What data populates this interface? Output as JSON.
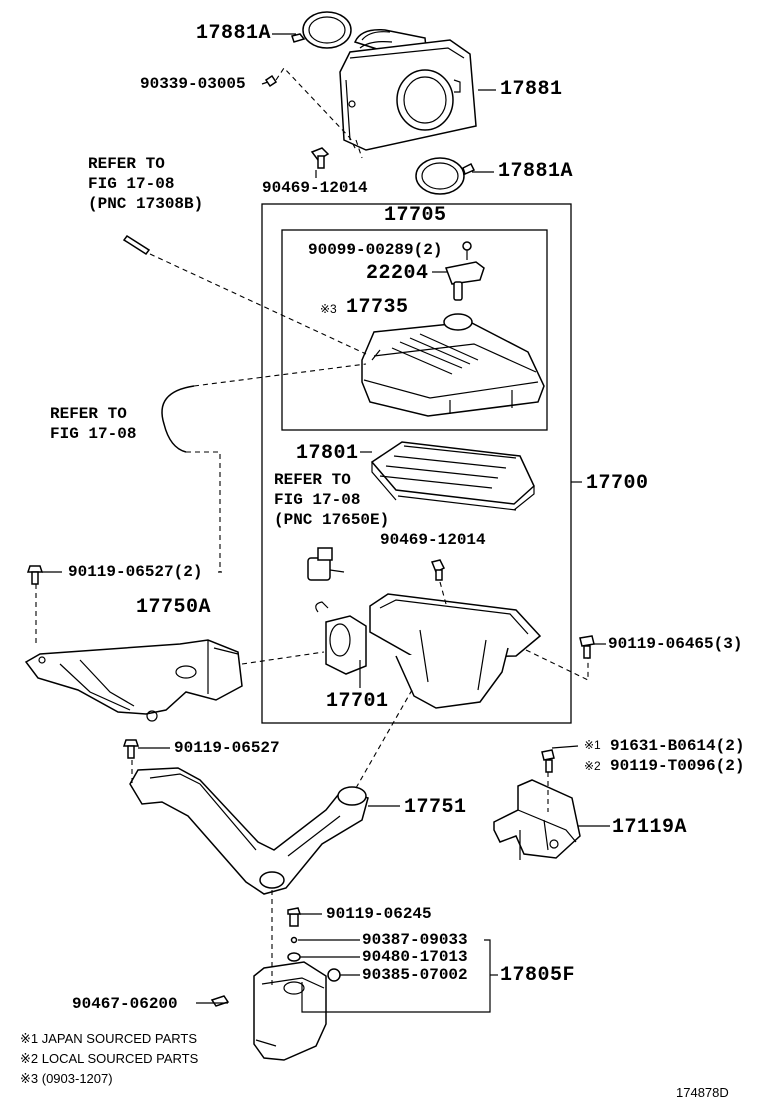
{
  "labels": {
    "p17881A_top": "17881A",
    "p90339": "90339-03005",
    "p17881": "17881",
    "p90469_top": "90469-12014",
    "p17881A_bottom": "17881A",
    "refer1_l1": "REFER TO",
    "refer1_l2": "FIG 17-08",
    "refer1_l3": "(PNC 17308B)",
    "p17705": "17705",
    "p90099": "90099-00289(2)",
    "p22204": "22204",
    "mark3": "※3",
    "p17735": "17735",
    "refer2_l1": "REFER TO",
    "refer2_l2": "FIG 17-08",
    "p17801": "17801",
    "p17700": "17700",
    "refer3_l1": "REFER TO",
    "refer3_l2": "FIG 17-08",
    "refer3_l3": "(PNC 17650E)",
    "p90469_mid": "90469-12014",
    "p90119_06527_2": "90119-06527(2)",
    "p17750A": "17750A",
    "p90119_06465": "90119-06465(3)",
    "p17701": "17701",
    "p90119_06527": "90119-06527",
    "mark1": "※1",
    "p91631": "91631-B0614(2)",
    "mark2": "※2",
    "p90119_T0096": "90119-T0096(2)",
    "p17751": "17751",
    "p17119A": "17119A",
    "p90119_06245": "90119-06245",
    "p90387": "90387-09033",
    "p90480": "90480-17013",
    "p90385": "90385-07002",
    "p17805F": "17805F",
    "p90467": "90467-06200"
  },
  "legend": {
    "note1": "※1 JAPAN SOURCED PARTS",
    "note2": "※2 LOCAL SOURCED PARTS",
    "note3": "※3 (0903-1207)"
  },
  "figure_id": "174878D"
}
